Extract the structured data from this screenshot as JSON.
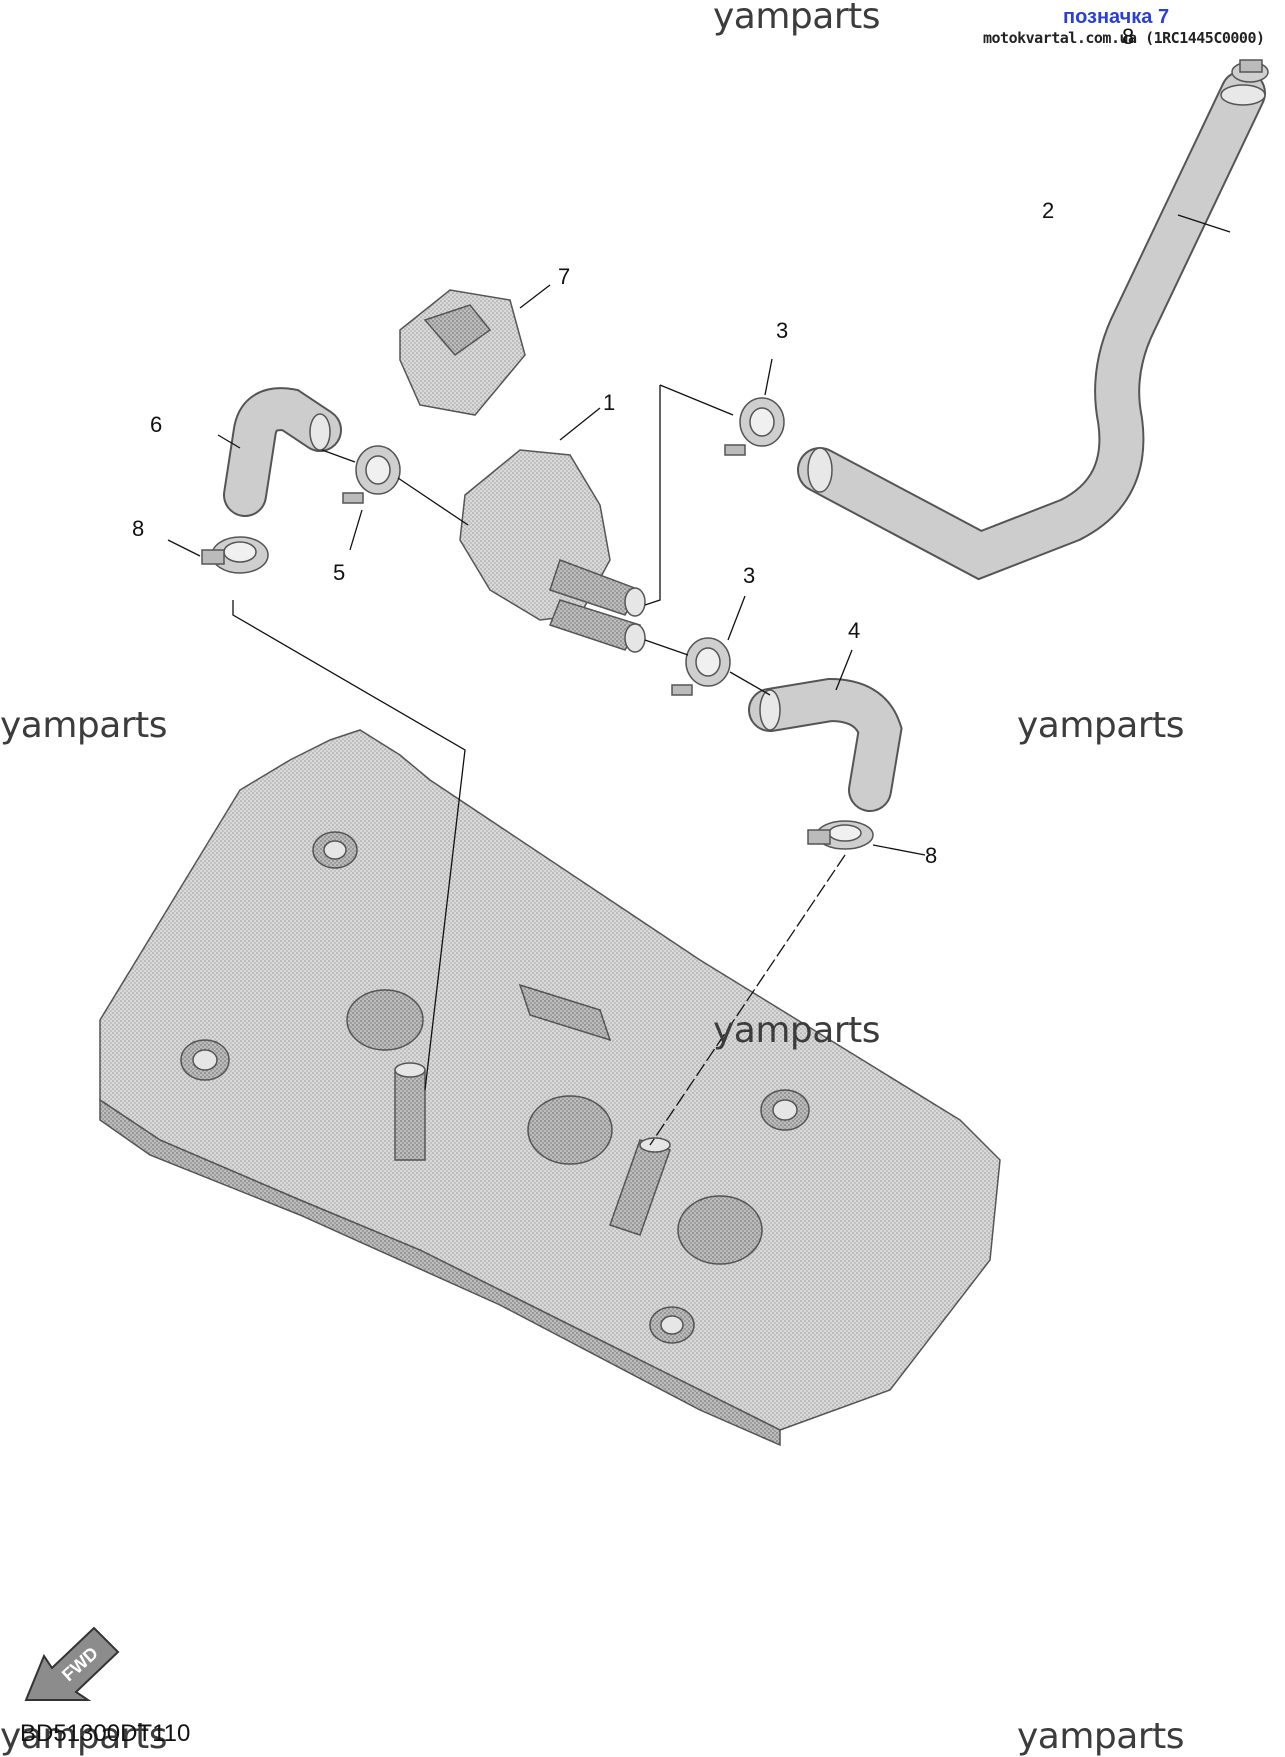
{
  "watermarks": [
    "yamparts",
    "yamparts",
    "yamparts",
    "yamparts",
    "yamparts",
    "yamparts"
  ],
  "header": {
    "link_label": "позначка 7",
    "source_text": "motokvartal.com.ua (1RC1445C0000)"
  },
  "callouts": [
    "1",
    "2",
    "3",
    "3",
    "4",
    "5",
    "6",
    "7",
    "8",
    "8",
    "8"
  ],
  "fwd_label": "FWD",
  "diagram_code": "BD51300DT110",
  "colors": {
    "part_fill": "#cfcfcf",
    "line": "#111111",
    "link": "#2a3fd8"
  }
}
